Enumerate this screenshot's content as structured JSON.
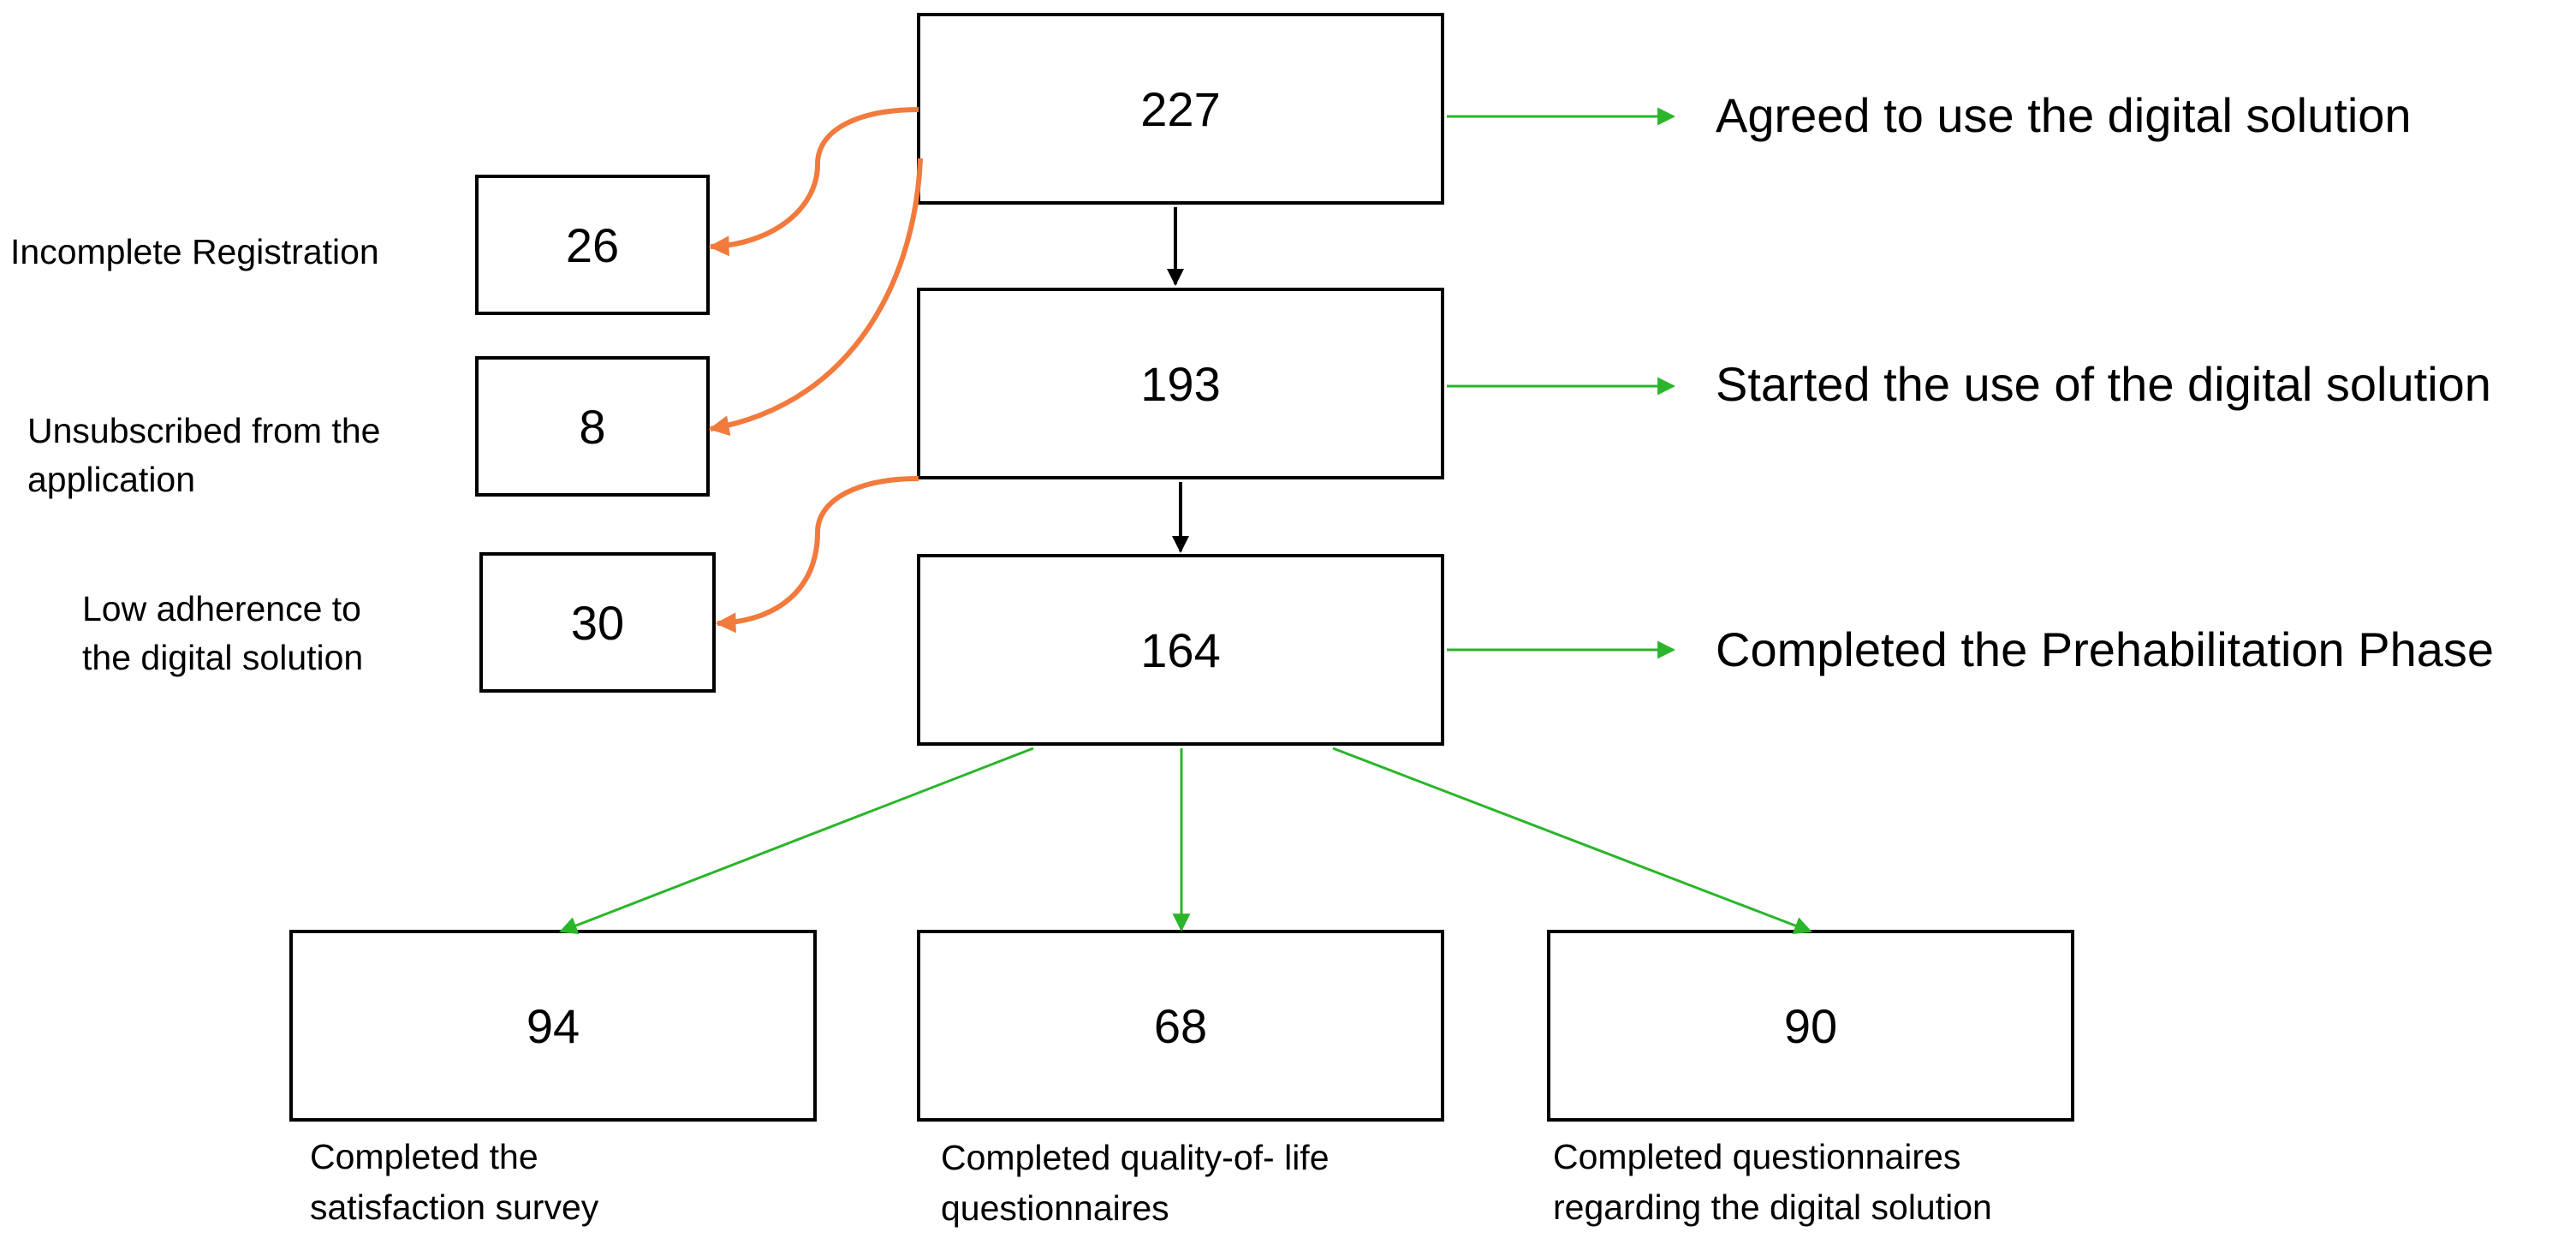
{
  "colors": {
    "box_border": "#000000",
    "main_arrow": "#000000",
    "status_arrow": "#2ab52a",
    "dropout_arrow": "#f27a3d"
  },
  "nodes": {
    "agreed": {
      "count": "227",
      "label": "Agreed to use the digital solution"
    },
    "started": {
      "count": "193",
      "label": "Started the use of the digital solution"
    },
    "completed": {
      "count": "164",
      "label": "Completed the Prehabilitation Phase"
    }
  },
  "dropouts": {
    "incomplete": {
      "count": "26",
      "label_lines": [
        "Incomplete Registration"
      ]
    },
    "unsubscribed": {
      "count": "8",
      "label_lines": [
        "Unsubscribed from the",
        "application"
      ]
    },
    "low_adherence": {
      "count": "30",
      "label_lines": [
        "Low adherence to",
        "the digital solution"
      ]
    }
  },
  "outcomes": {
    "satisfaction": {
      "count": "94",
      "label_lines": [
        "Completed the",
        "satisfaction survey"
      ]
    },
    "quality": {
      "count": "68",
      "label_lines": [
        "Completed quality-of-",
        "life",
        "questionnaires"
      ]
    },
    "digital": {
      "count": "90",
      "label_lines": [
        "Completed questionnaires",
        "regarding the digital solution"
      ]
    }
  }
}
